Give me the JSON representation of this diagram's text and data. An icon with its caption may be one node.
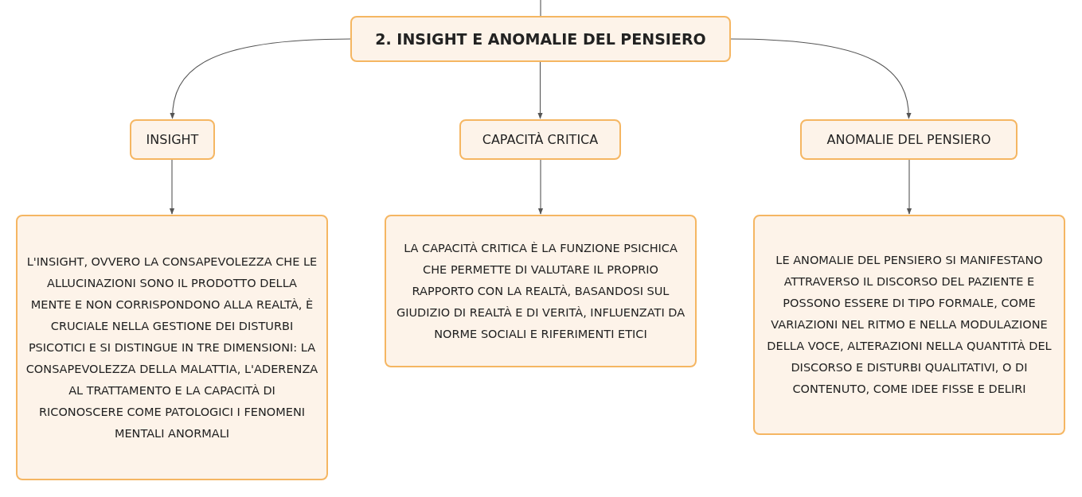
{
  "diagram": {
    "nodes": [
      {
        "text": [
          "2. INSIGHT E ANOMALIE DEL PENSIERO"
        ]
      },
      {
        "text": [
          "INSIGHT"
        ]
      },
      {
        "text": [
          "CAPACITÀ CRITICA"
        ]
      },
      {
        "text": [
          "ANOMALIE DEL PENSIERO"
        ]
      },
      {
        "text": [
          "L'INSIGHT, OVVERO LA CONSAPEVOLEZZA CHE LE ALLUCINAZIONI SONO IL PRODOTTO DELLA MENTE E NON CORRISPONDONO ALLA REALTÀ, È CRUCIALE NELLA GESTIONE DEI DISTURBI PSICOTICI E SI DISTINGUE IN TRE DIMENSIONI: LA CONSAPEVOLEZZA DELLA MALATTIA, L'ADERENZA AL TRATTAMENTO E LA CAPACITÀ DI RICONOSCERE COME PATOLOGICI I FENOMENI MENTALI ANORMALI"
        ]
      },
      {
        "text": [
          "LA CAPACITÀ CRITICA È LA FUNZIONE PSICHICA CHE PERMETTE DI VALUTARE IL PROPRIO RAPPORTO CON LA REALTÀ, BASANDOSI SUL GIUDIZIO DI REALTÀ E DI VERITÀ, INFLUENZATI DA NORME SOCIALI E RIFERIMENTI ETICI"
        ]
      },
      {
        "text": [
          "LE ANOMALIE DEL PENSIERO SI MANIFESTANO ATTRAVERSO IL DISCORSO DEL PAZIENTE E POSSONO ESSERE DI TIPO FORMALE, COME VARIAZIONI NEL RITMO E NELLA MODULAZIONE DELLA VOCE, ALTERAZIONI NELLA QUANTITÀ DEL DISCORSO E DISTURBI QUALITATIVI, O DI CONTENUTO, COME IDEE FISSE E DELIRI"
        ]
      }
    ],
    "edges": [
      {
        "from": null,
        "to": 0,
        "arrow": "none"
      },
      {
        "from": 0,
        "to": 1,
        "arrow": "to"
      },
      {
        "from": 0,
        "to": 2,
        "arrow": "to"
      },
      {
        "from": 0,
        "to": 3,
        "arrow": "to"
      },
      {
        "from": 1,
        "to": 4,
        "arrow": "to"
      },
      {
        "from": 2,
        "to": 5,
        "arrow": "to"
      },
      {
        "from": 3,
        "to": 6,
        "arrow": "to"
      }
    ]
  }
}
